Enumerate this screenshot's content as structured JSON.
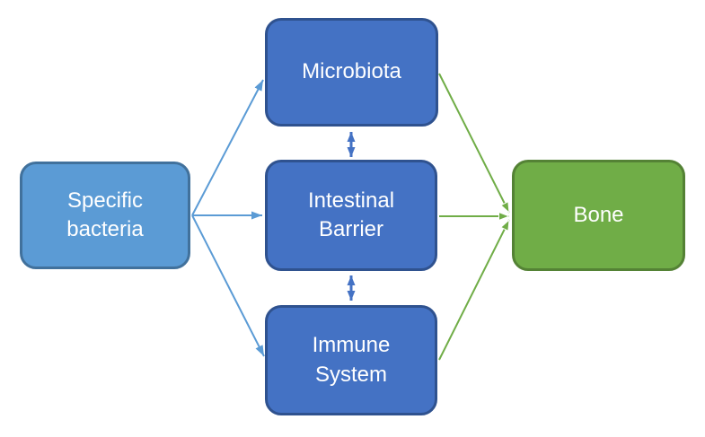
{
  "diagram": {
    "nodes": {
      "specific_bacteria": {
        "label": "Specific bacteria",
        "fill": "#5B9BD5",
        "border": "#41719C"
      },
      "microbiota": {
        "label": "Microbiota",
        "fill": "#4472C4",
        "border": "#2F528F"
      },
      "intestinal_barrier": {
        "label": "Intestinal Barrier",
        "fill": "#4472C4",
        "border": "#2F528F"
      },
      "immune_system": {
        "label": "Immune System",
        "fill": "#4472C4",
        "border": "#2F528F"
      },
      "bone": {
        "label": "Bone",
        "fill": "#70AD47",
        "border": "#548235"
      }
    },
    "edges": [
      {
        "from": "specific_bacteria",
        "to": "microbiota",
        "type": "arrow",
        "color": "#5B9BD5"
      },
      {
        "from": "specific_bacteria",
        "to": "intestinal_barrier",
        "type": "arrow",
        "color": "#5B9BD5"
      },
      {
        "from": "specific_bacteria",
        "to": "immune_system",
        "type": "arrow",
        "color": "#5B9BD5"
      },
      {
        "from": "microbiota",
        "to": "bone",
        "type": "arrow",
        "color": "#70AD47"
      },
      {
        "from": "intestinal_barrier",
        "to": "bone",
        "type": "arrow",
        "color": "#70AD47"
      },
      {
        "from": "immune_system",
        "to": "bone",
        "type": "arrow",
        "color": "#70AD47"
      },
      {
        "from": "microbiota",
        "to": "intestinal_barrier",
        "type": "double_arrow",
        "color": "#4472C4"
      },
      {
        "from": "intestinal_barrier",
        "to": "immune_system",
        "type": "double_arrow",
        "color": "#4472C4"
      }
    ]
  },
  "colors": {
    "background": "#ffffff",
    "text": "#ffffff",
    "node_light_blue_fill": "#5B9BD5",
    "node_light_blue_border": "#41719C",
    "node_blue_fill": "#4472C4",
    "node_blue_border": "#2F528F",
    "node_green_fill": "#70AD47",
    "node_green_border": "#548235",
    "arrow_light_blue": "#5B9BD5",
    "arrow_blue": "#4472C4",
    "arrow_green": "#70AD47"
  }
}
